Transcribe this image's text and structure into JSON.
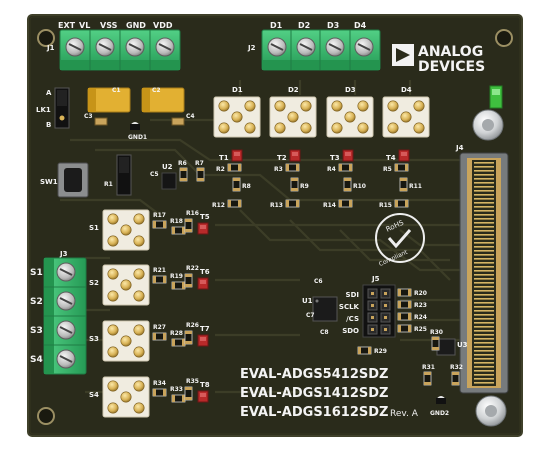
{
  "board": {
    "colors": {
      "pcb": "#2a2b1b",
      "pcb_edge": "#3a3b26",
      "terminal": "#35b56a",
      "silk": "#f2f2f2",
      "gold": "#d9b357",
      "tantalum": "#e2b032",
      "red_part": "#b82a2a",
      "led": "#3fbf3f"
    },
    "logo": {
      "line1": "ANALOG",
      "line2": "DEVICES"
    },
    "power_header": {
      "designator": "J1",
      "pins": [
        "EXT",
        "VL",
        "VSS",
        "GND",
        "VDD"
      ]
    },
    "drain_header": {
      "designator": "J2",
      "pins": [
        "D1",
        "D2",
        "D3",
        "D4"
      ]
    },
    "source_header": {
      "designator": "J3",
      "pins": [
        "S1",
        "S2",
        "S3",
        "S4"
      ]
    },
    "connector": {
      "designator": "J4"
    },
    "spi_header": {
      "designator": "J5",
      "pins": [
        "SDI",
        "SCLK",
        "/CS",
        "SDO"
      ]
    },
    "jumper": {
      "designator": "LK1",
      "a": "A",
      "b": "B"
    },
    "switch": {
      "designator": "SW1"
    },
    "ground": {
      "gnd1": "GND1",
      "gnd2": "GND2"
    },
    "drain_pads": [
      "D1",
      "D2",
      "D3",
      "D4"
    ],
    "source_pads": [
      "S1",
      "S2",
      "S3",
      "S4"
    ],
    "transistors_top": [
      "T1",
      "T2",
      "T3",
      "T4"
    ],
    "transistors_side": [
      "T5",
      "T6",
      "T7",
      "T8"
    ],
    "ics": {
      "u1": "U1",
      "u2": "U2",
      "u3": "U3"
    },
    "caps": [
      "C1",
      "C2",
      "C3",
      "C4",
      "C5",
      "C6",
      "C7",
      "C8"
    ],
    "resistors_top": [
      [
        "R2",
        "R8",
        "R12"
      ],
      [
        "R3",
        "R9",
        "R13"
      ],
      [
        "R4",
        "R10",
        "R14"
      ],
      [
        "R5",
        "R11",
        "R15"
      ]
    ],
    "resistors_side": [
      [
        "R17",
        "R18",
        "R16"
      ],
      [
        "R21",
        "R19",
        "R22"
      ],
      [
        "R27",
        "R28",
        "R26"
      ],
      [
        "R34",
        "R33",
        "R35"
      ]
    ],
    "resistors_misc": [
      "R1",
      "R6",
      "R7",
      "R20",
      "R23",
      "R24",
      "R25",
      "R29",
      "R30",
      "R31",
      "R32"
    ],
    "rohs": {
      "line1": "RoHS",
      "line2": "Compliant"
    },
    "model_names": [
      "EVAL-ADGS5412SDZ",
      "EVAL-ADGS1412SDZ",
      "EVAL-ADGS1612SDZ"
    ],
    "revision": "Rev. A"
  }
}
